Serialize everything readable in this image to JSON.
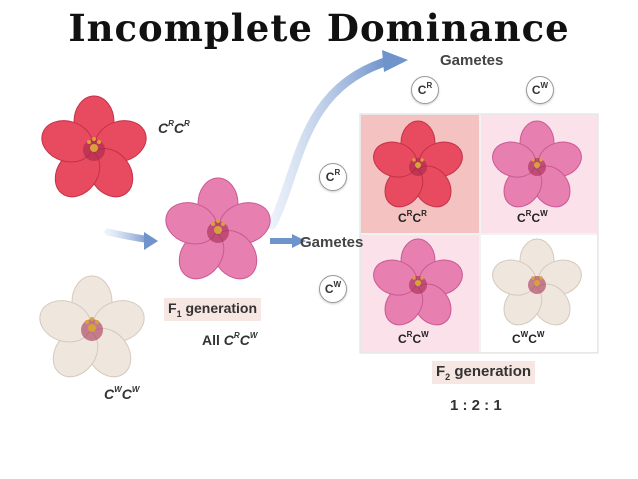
{
  "title": "Incomplete Dominance",
  "parents": {
    "red": {
      "allele": "C",
      "sup": "R"
    },
    "white": {
      "allele": "C",
      "sup": "W"
    }
  },
  "f1": {
    "label": "F",
    "label_sub": "1",
    "label_rest": " generation",
    "all_prefix": "All ",
    "c1": "C",
    "s1": "R",
    "c2": "C",
    "s2": "W"
  },
  "gametes_top": {
    "label": "Gametes",
    "col1": {
      "c": "C",
      "s": "R"
    },
    "col2": {
      "c": "C",
      "s": "W"
    }
  },
  "gametes_side": {
    "label": "Gametes",
    "row1": {
      "c": "C",
      "s": "R"
    },
    "row2": {
      "c": "C",
      "s": "W"
    }
  },
  "punnett": {
    "cells": [
      {
        "c1": "C",
        "s1": "R",
        "c2": "C",
        "s2": "R",
        "bg": "#f4c2c0"
      },
      {
        "c1": "C",
        "s1": "R",
        "c2": "C",
        "s2": "W",
        "bg": "#fbe1ea"
      },
      {
        "c1": "C",
        "s1": "R",
        "c2": "C",
        "s2": "W",
        "bg": "#fbe1ea"
      },
      {
        "c1": "C",
        "s1": "W",
        "c2": "C",
        "s2": "W",
        "bg": "#ffffff"
      }
    ]
  },
  "f2": {
    "label": "F",
    "label_sub": "2",
    "label_rest": " generation",
    "ratio": "1 : 2 : 1"
  },
  "colors": {
    "red_flower": "#e84a5f",
    "pink_flower": "#e77fb0",
    "white_flower": "#efe6de",
    "arrow": "#7e9fd0"
  },
  "icons": [
    "red-flower",
    "pink-flower",
    "white-flower",
    "arrow"
  ]
}
